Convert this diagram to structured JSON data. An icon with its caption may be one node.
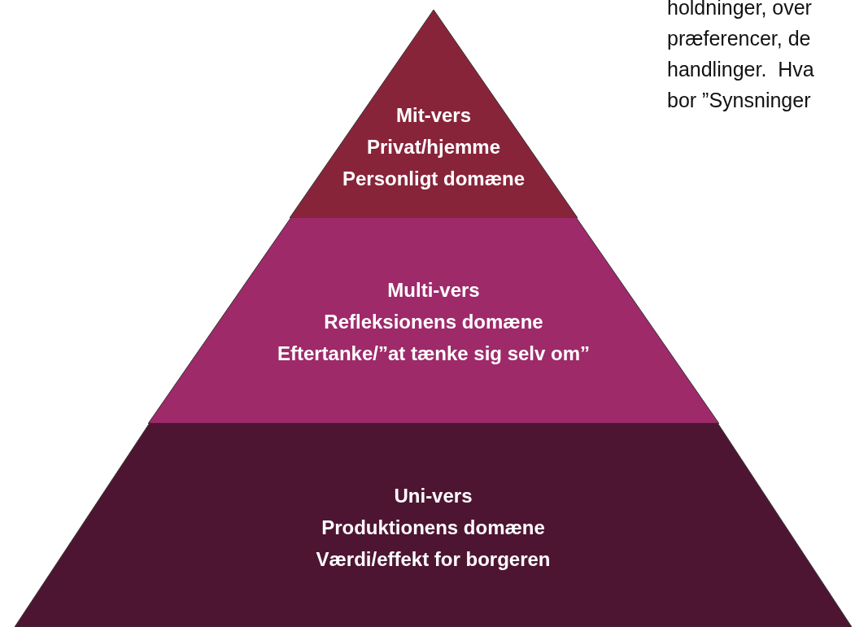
{
  "diagram": {
    "nodes": [
      {
        "text": [
          "Mit-vers",
          "Privat/hjemme",
          "Personligt domæne"
        ]
      },
      {
        "text": [
          "Multi-vers",
          "Refleksionens domæne",
          "Eftertanke/”at tænke sig selv om”"
        ]
      },
      {
        "text": [
          "Uni-vers",
          "Produktionens domæne",
          "Værdi/effekt for borgeren"
        ]
      }
    ],
    "labels": [
      "holdninger, over",
      "præferencer, de",
      "handlinger.  Hva",
      "bor ”Synsninger"
    ]
  }
}
